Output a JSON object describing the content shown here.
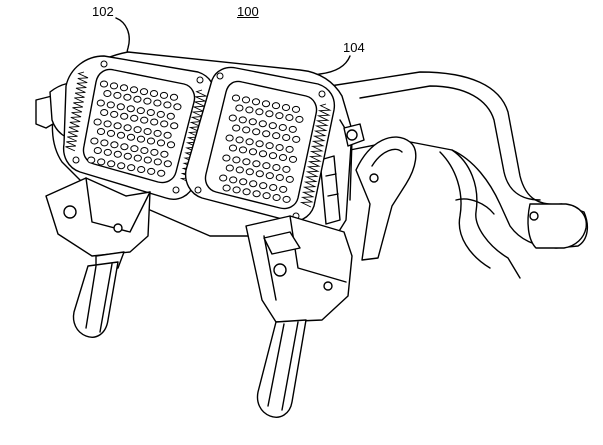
{
  "figure": {
    "number_label": "100",
    "reference_labels": {
      "left_panel": "102",
      "right_panel": "104"
    }
  }
}
